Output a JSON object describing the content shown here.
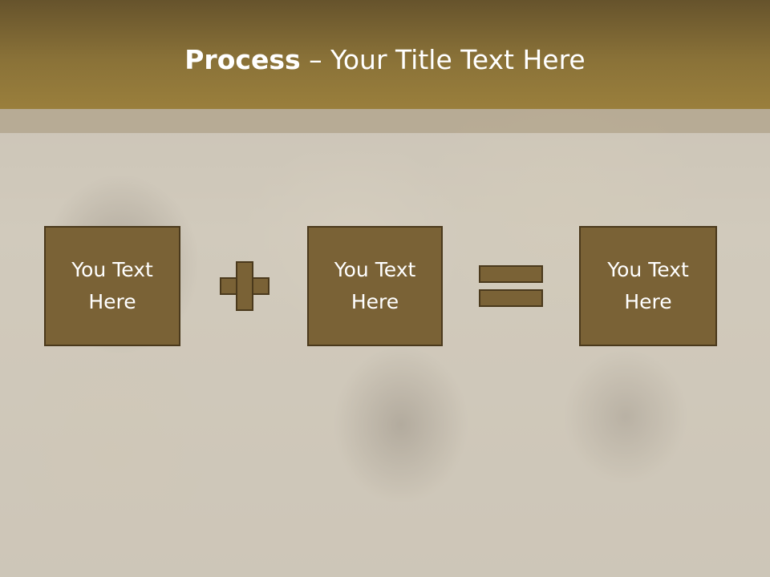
{
  "slide": {
    "title_bold": "Process",
    "title_rest": " – Your Title Text Here"
  },
  "process": {
    "boxes": [
      {
        "text": "You Text\nHere"
      },
      {
        "text": "You Text\nHere"
      },
      {
        "text": "You Text\nHere"
      }
    ],
    "operators": [
      "plus-icon",
      "equals-icon"
    ]
  },
  "colors": {
    "title_bar": "#8a7238",
    "box_fill": "#7a6236",
    "box_border": "#4a391c",
    "text": "#ffffff"
  }
}
